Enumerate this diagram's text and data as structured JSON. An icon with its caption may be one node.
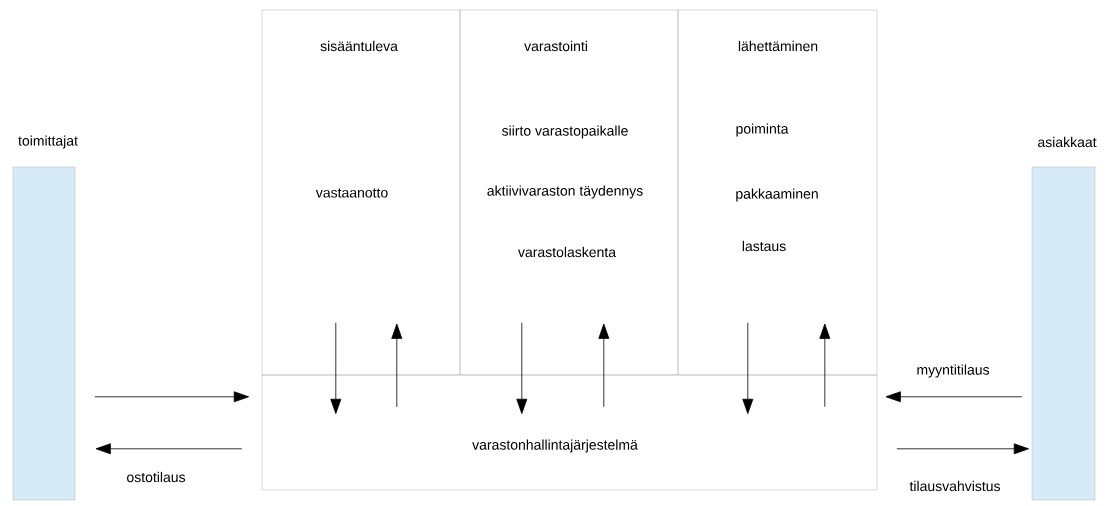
{
  "diagram": {
    "nodes": [
      {
        "text": [
          "toimittajat"
        ]
      },
      {
        "text": [
          "asiakkaat"
        ]
      },
      {
        "text": [
          "sisääntuleva",
          "vastaanotto"
        ]
      },
      {
        "text": [
          "varastointi",
          "siirto varastopaikalle",
          "aktiivivaraston täydennys",
          "varastolaskenta"
        ]
      },
      {
        "text": [
          "lähettäminen",
          "poiminta",
          "pakkaaminen",
          "lastaus"
        ]
      },
      {
        "text": [
          "varastonhallintajärjestelmä"
        ]
      }
    ],
    "edges": [
      {
        "from": 0,
        "to": 5,
        "arrow": "to"
      },
      {
        "from": 5,
        "to": 0,
        "arrow": "to",
        "label": "ostotilaus"
      },
      {
        "from": 1,
        "to": 5,
        "arrow": "to",
        "label": "myyntitilaus"
      },
      {
        "from": 5,
        "to": 1,
        "arrow": "to",
        "label": "tilausvahvistus"
      },
      {
        "from": 2,
        "to": 5,
        "arrow": "to"
      },
      {
        "from": 5,
        "to": 2,
        "arrow": "to"
      },
      {
        "from": 3,
        "to": 5,
        "arrow": "to"
      },
      {
        "from": 5,
        "to": 3,
        "arrow": "to"
      },
      {
        "from": 4,
        "to": 5,
        "arrow": "to"
      },
      {
        "from": 5,
        "to": 4,
        "arrow": "to"
      }
    ]
  }
}
